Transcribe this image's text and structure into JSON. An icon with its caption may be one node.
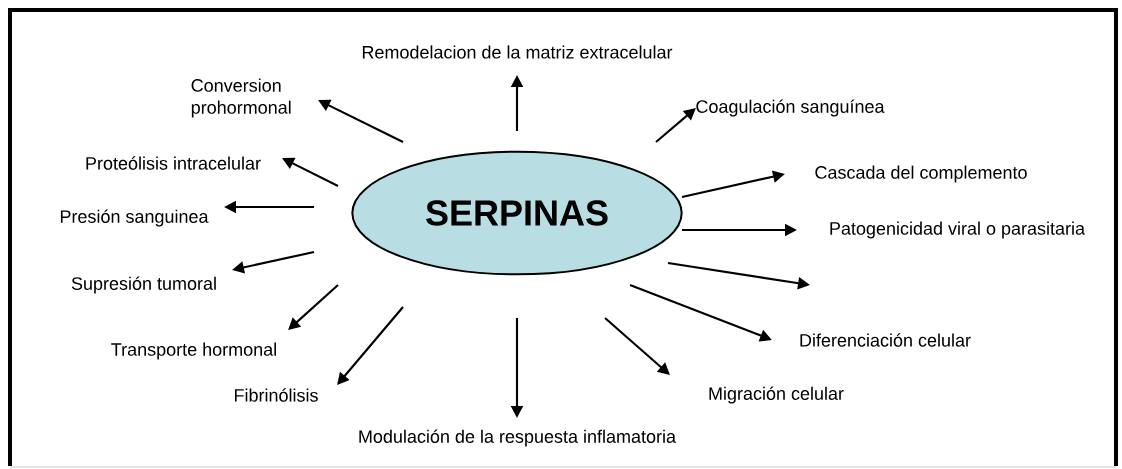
{
  "diagram": {
    "nodes": [
      {
        "text": [
          "SERPINAS"
        ]
      },
      {
        "text": [
          "Remodelacion de la matriz extracelular"
        ]
      },
      {
        "text": [
          "Conversion prohormonal"
        ]
      },
      {
        "text": [
          "Coagulación sanguínea"
        ]
      },
      {
        "text": [
          "Proteólisis intracelular"
        ]
      },
      {
        "text": [
          "Cascada del complemento"
        ]
      },
      {
        "text": [
          "Presión sanguinea"
        ]
      },
      {
        "text": [
          "Patogenicidad viral o parasitaria"
        ]
      },
      {
        "text": [
          "Supresión tumoral"
        ]
      },
      {
        "text": [
          "Diferenciación celular"
        ]
      },
      {
        "text": [
          "Transporte hormonal"
        ]
      },
      {
        "text": [
          "Fibrinólisis"
        ]
      },
      {
        "text": [
          "Migración celular"
        ]
      },
      {
        "text": [
          "Modulación de la respuesta inflamatoria"
        ]
      }
    ],
    "edges": [
      {
        "from": 0,
        "to": 1,
        "arrow": "to"
      },
      {
        "from": 0,
        "to": 2,
        "arrow": "to"
      },
      {
        "from": 0,
        "to": 3,
        "arrow": "to"
      },
      {
        "from": 0,
        "to": 4,
        "arrow": "to"
      },
      {
        "from": 0,
        "to": 5,
        "arrow": "to"
      },
      {
        "from": 0,
        "to": 6,
        "arrow": "to"
      },
      {
        "from": 0,
        "to": 7,
        "arrow": "to"
      },
      {
        "from": 0,
        "to": null,
        "arrow": "to"
      },
      {
        "from": 0,
        "to": 8,
        "arrow": "to"
      },
      {
        "from": 0,
        "to": 9,
        "arrow": "to"
      },
      {
        "from": 0,
        "to": 10,
        "arrow": "to"
      },
      {
        "from": 0,
        "to": 11,
        "arrow": "to"
      },
      {
        "from": 0,
        "to": 12,
        "arrow": "to"
      },
      {
        "from": 0,
        "to": 13,
        "arrow": "to"
      }
    ]
  }
}
